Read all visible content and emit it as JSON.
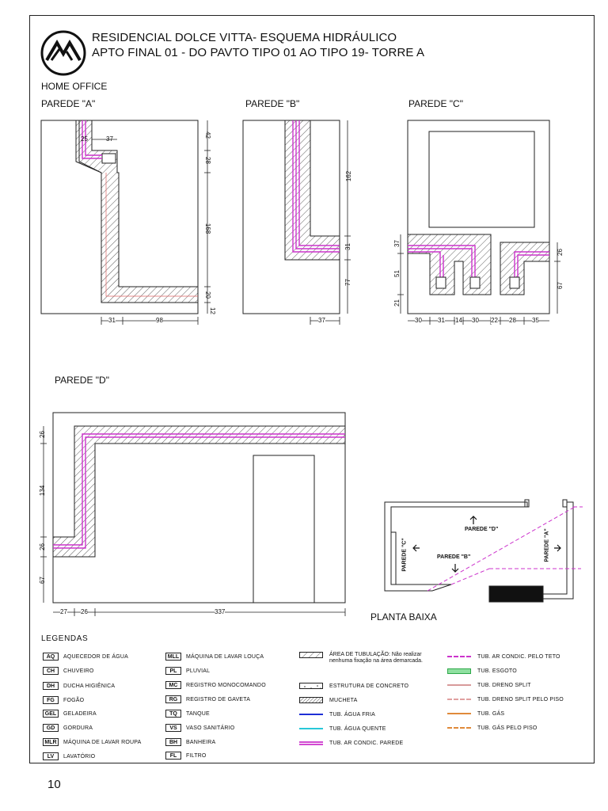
{
  "header": {
    "title_line1": "RESIDENCIAL DOLCE VITTA- ESQUEMA HIDRÁULICO",
    "title_line2": "APTO FINAL 01 - DO PAVTO TIPO 01 AO TIPO 19- TORRE A",
    "section": "HOME OFFICE"
  },
  "walls": {
    "a": "PAREDE \"A\"",
    "b": "PAREDE \"B\"",
    "c": "PAREDE \"C\"",
    "d": "PAREDE \"D\""
  },
  "dims": {
    "a": [
      "25",
      "37",
      "42",
      "28",
      "168",
      "20",
      "12",
      "31",
      "98"
    ],
    "b": [
      "162",
      "31",
      "77",
      "37"
    ],
    "c": [
      "37",
      "51",
      "21",
      "26",
      "67",
      "30",
      "31",
      "14",
      "30",
      "22",
      "28",
      "35"
    ],
    "d": [
      "26",
      "134",
      "26",
      "67",
      "27",
      "26",
      "337"
    ]
  },
  "plan": {
    "title": "PLANTA BAIXA",
    "label_d": "PAREDE \"D\"",
    "label_c": "PAREDE \"C\"",
    "label_b": "PAREDE \"B\"",
    "label_a": "PAREDE \"A\""
  },
  "legend": {
    "title": "LEGENDAS",
    "codes": [
      {
        "code": "AQ",
        "label": "AQUECEDOR DE ÁGUA"
      },
      {
        "code": "CH",
        "label": "CHUVEIRO"
      },
      {
        "code": "DH",
        "label": "DUCHA HIGIÊNICA"
      },
      {
        "code": "FG",
        "label": "FOGÃO"
      },
      {
        "code": "GEL",
        "label": "GELADEIRA"
      },
      {
        "code": "GD",
        "label": "GORDURA"
      },
      {
        "code": "MLR",
        "label": "MÁQUINA DE LAVAR ROUPA"
      },
      {
        "code": "LV",
        "label": "LAVATÓRIO"
      },
      {
        "code": "MLL",
        "label": "MÁQUINA DE LAVAR LOUÇA"
      },
      {
        "code": "PL",
        "label": "PLUVIAL"
      },
      {
        "code": "MC",
        "label": "REGISTRO MONOCOMANDO"
      },
      {
        "code": "RG",
        "label": "REGISTRO DE GAVETA"
      },
      {
        "code": "TQ",
        "label": "TANQUE"
      },
      {
        "code": "VS",
        "label": "VASO SANITÁRIO"
      },
      {
        "code": "BH",
        "label": "BANHEIRA"
      },
      {
        "code": "FL",
        "label": "FILTRO"
      }
    ],
    "symbols": [
      {
        "label": "ÁREA DE TUBULAÇÃO: Não realizar nenhuma fixação na área demarcada.",
        "style": "hatch"
      },
      {
        "label": "ESTRUTURA DE CONCRETO",
        "style": "concrete"
      },
      {
        "label": "MUCHETA",
        "style": "dense-hatch"
      },
      {
        "label": "TUB. ÁGUA FRIA",
        "style": "line",
        "color": "#1f2fd6"
      },
      {
        "label": "TUB. ÁGUA QUENTE",
        "style": "line",
        "color": "#28c8d8"
      },
      {
        "label": "TUB. AR CONDIC. PAREDE",
        "style": "thick",
        "color": "#d24ad2"
      }
    ],
    "lines": [
      {
        "label": "TUB. AR CONDIC. PELO TETO",
        "style": "dashed",
        "color": "#cc33cc"
      },
      {
        "label": "TUB. ESGOTO",
        "style": "box",
        "color": "#2ea84a"
      },
      {
        "label": "TUB. DRENO SPLIT",
        "style": "line",
        "color": "#d89a9a"
      },
      {
        "label": "TUB. DRENO SPLIT PELO PISO",
        "style": "dashed",
        "color": "#e0a0a0"
      },
      {
        "label": "TUB. GÁS",
        "style": "line",
        "color": "#e08a3a"
      },
      {
        "label": "TUB. GÁS PELO PISO",
        "style": "dashed",
        "color": "#e08a3a"
      }
    ]
  },
  "page_number": "10"
}
